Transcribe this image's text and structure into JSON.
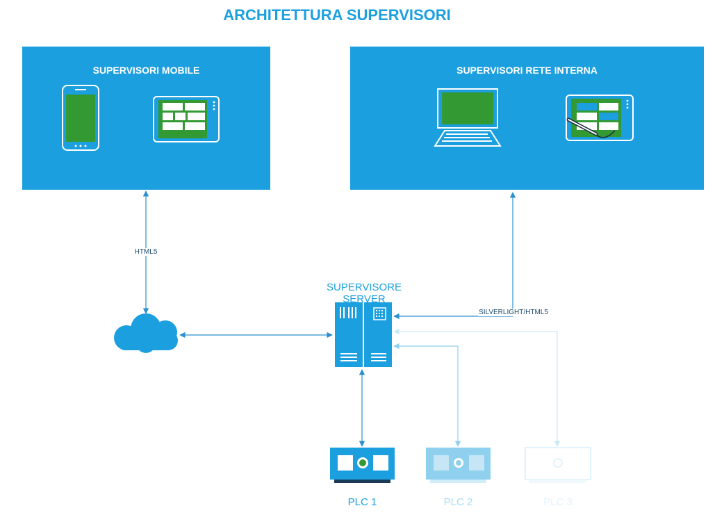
{
  "title": "ARCHITETTURA SUPERVISORI",
  "panels": {
    "mobile": {
      "title": "SUPERVISORI MOBILE"
    },
    "internal": {
      "title": "SUPERVISORI RETE INTERNA"
    }
  },
  "server": {
    "label": "SUPERVISORE SERVER"
  },
  "links": {
    "mobile": "HTML5",
    "internal": "SILVERLIGHT/HTML5"
  },
  "plcs": [
    {
      "label": "PLC 1"
    },
    {
      "label": "PLC 2"
    },
    {
      "label": "PLC 3"
    }
  ],
  "colors": {
    "accent": "#1b9fdf",
    "screen_green": "#339933",
    "line": "#2a8fcf",
    "faded_1": "#8fd0ef",
    "faded_2": "#d6eefa"
  },
  "icons": [
    "smartphone-icon",
    "tablet-icon",
    "desktop-monitor-icon",
    "stylus-tablet-icon",
    "cloud-icon",
    "server-icon",
    "plc-icon"
  ]
}
